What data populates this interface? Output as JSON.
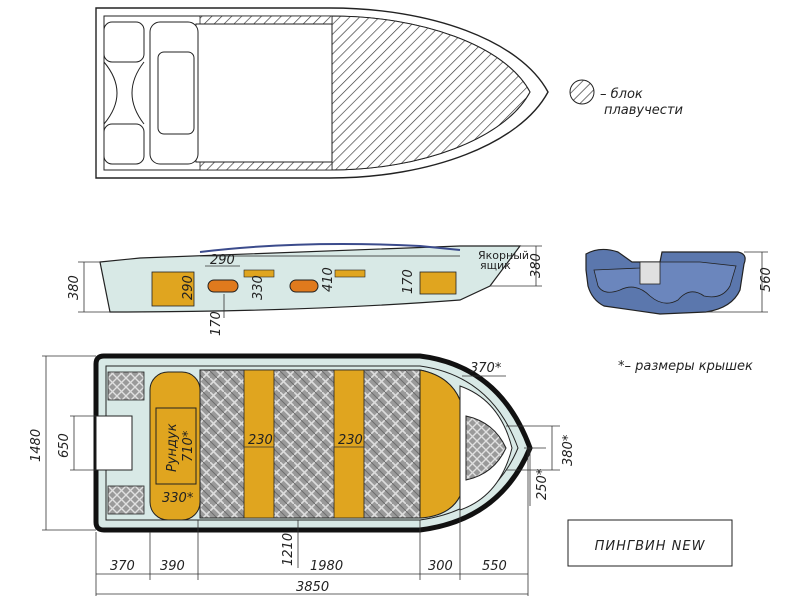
{
  "legend": {
    "dash_text": "– блок",
    "line2_text": "плавучести"
  },
  "note": {
    "text": "*– размеры крышек"
  },
  "title": {
    "text": "ПИНГВИН NEW"
  },
  "side_view": {
    "labels": {
      "anchor_box_line1": "Якорный",
      "anchor_box_line2": "ящик"
    },
    "dimensions": {
      "d290_top": "290",
      "d290_left": "290",
      "d330": "330",
      "d410": "410",
      "d170_right": "170",
      "d170_bottom": "170",
      "height_left": "380",
      "height_right": "380"
    }
  },
  "section_view": {
    "height": "560"
  },
  "plan_view": {
    "labels": {
      "rundyk_line1": "Рундук",
      "rundyk_line2": "710*",
      "d330_star": "330*",
      "d230_a": "230",
      "d230_b": "230"
    },
    "dimensions": {
      "width_total": "1480",
      "transom": "650",
      "bow_370_star": "370*",
      "bow_380_star": "380*",
      "bow_250_star": "250*",
      "d1210": "1210"
    },
    "bottom_dimensions": [
      "370",
      "390",
      "1980",
      "300",
      "550"
    ],
    "total_length": "3850"
  },
  "colors": {
    "hull_fill": "#d8e9e6",
    "yellow": "#e0a51f",
    "orange_hatch": "#e07a1d",
    "section_blue": "#5b77ad",
    "deck_pattern": "#8c8c8c",
    "outline": "#222222"
  },
  "icons": {
    "hatch_legend": "hatched-circle-icon"
  }
}
